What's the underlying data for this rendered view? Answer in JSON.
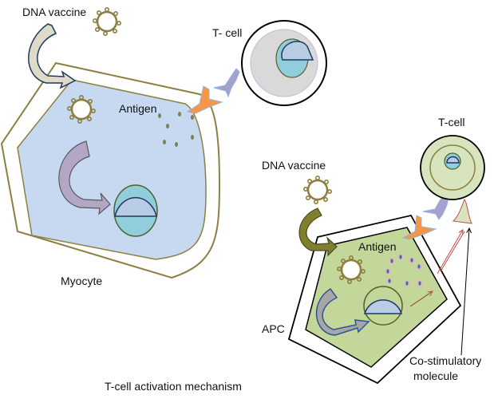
{
  "title": "T-cell activation mechanism",
  "left_panel": {
    "dna_vaccine_label": "DNA vaccine",
    "t_cell_label": "T- cell",
    "antigen_label": "Antigen",
    "cell_label": "Myocyte"
  },
  "right_panel": {
    "dna_vaccine_label": "DNA vaccine",
    "t_cell_label": "T-cell",
    "antigen_label": "Antigen",
    "cell_label": "APC",
    "costim_label_line1": "Co-stimulatory",
    "costim_label_line2": "molecule"
  },
  "colors": {
    "myocyte_fill": "#c6d9f0",
    "apc_fill": "#c4d79b",
    "plasmid": "#8c7f3f",
    "receptor_orange": "#f79646",
    "tcr_purple": "#a6a0cc",
    "nucleus_top": "#b8cce4",
    "nucleus_bottom": "#92cddc",
    "tcell_gray": "#d9d9d9",
    "tcell_green": "#d7e4bd"
  }
}
